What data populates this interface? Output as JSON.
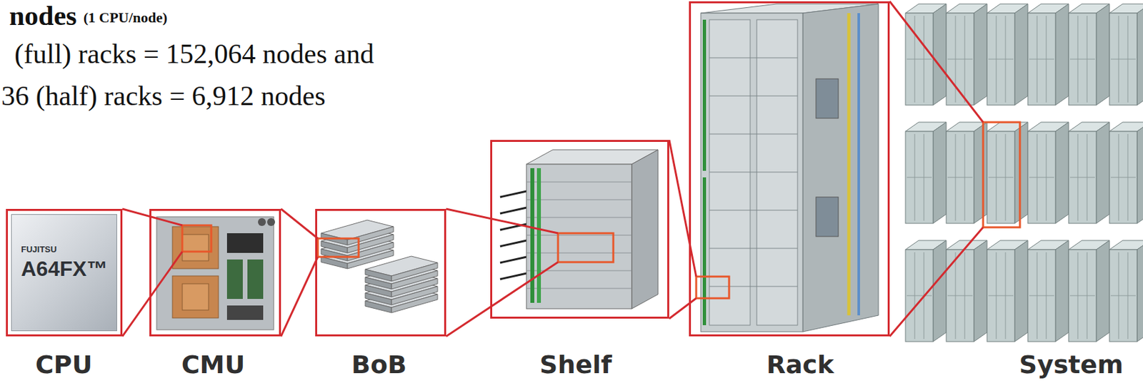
{
  "diagram": {
    "nodes": [
      {
        "text": [
          "CPU"
        ]
      },
      {
        "text": [
          "FUJITSU",
          "A64FX™"
        ],
        "in": 0
      },
      {
        "text": [
          "CMU"
        ]
      },
      {
        "text": [
          "BoB"
        ]
      },
      {
        "text": [
          "Shelf"
        ]
      },
      {
        "text": [
          "Rack"
        ]
      },
      {
        "text": [
          "System"
        ]
      }
    ],
    "edges": [
      {
        "from": 0,
        "to": 2,
        "arrow": "none"
      },
      {
        "from": 2,
        "to": 3,
        "arrow": "none"
      },
      {
        "from": 3,
        "to": 4,
        "arrow": "none"
      },
      {
        "from": 4,
        "to": 5,
        "arrow": "none"
      },
      {
        "from": 5,
        "to": 6,
        "arrow": "none"
      }
    ],
    "labels": [
      "nodes",
      "(1 CPU/node)",
      "(full) racks = 152,064 nodes and",
      "36 (half) racks = 6,912 nodes"
    ]
  }
}
